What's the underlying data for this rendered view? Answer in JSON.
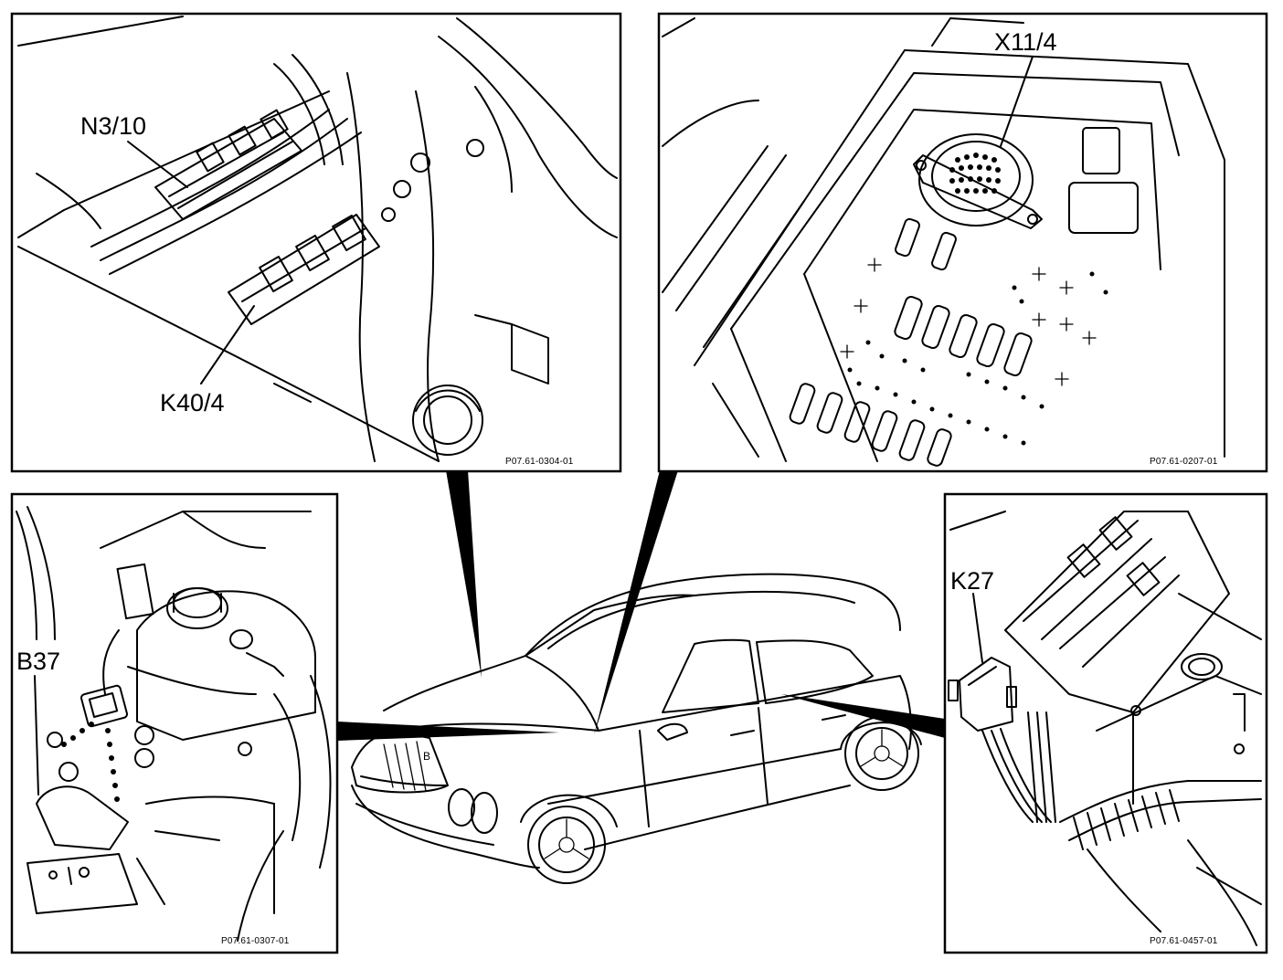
{
  "panels": [
    {
      "id": "top-left",
      "labels": [
        "N3/10",
        "K40/4"
      ],
      "ref": "P07.61-0304-01"
    },
    {
      "id": "top-right",
      "labels": [
        "X11/4"
      ],
      "ref": "P07.61-0207-01"
    },
    {
      "id": "bottom-left",
      "labels": [
        "B37"
      ],
      "ref": "P07.61-0307-01"
    },
    {
      "id": "bottom-right",
      "labels": [
        "K27"
      ],
      "ref": "P07.61-0457-01"
    }
  ],
  "car_badge": "B"
}
